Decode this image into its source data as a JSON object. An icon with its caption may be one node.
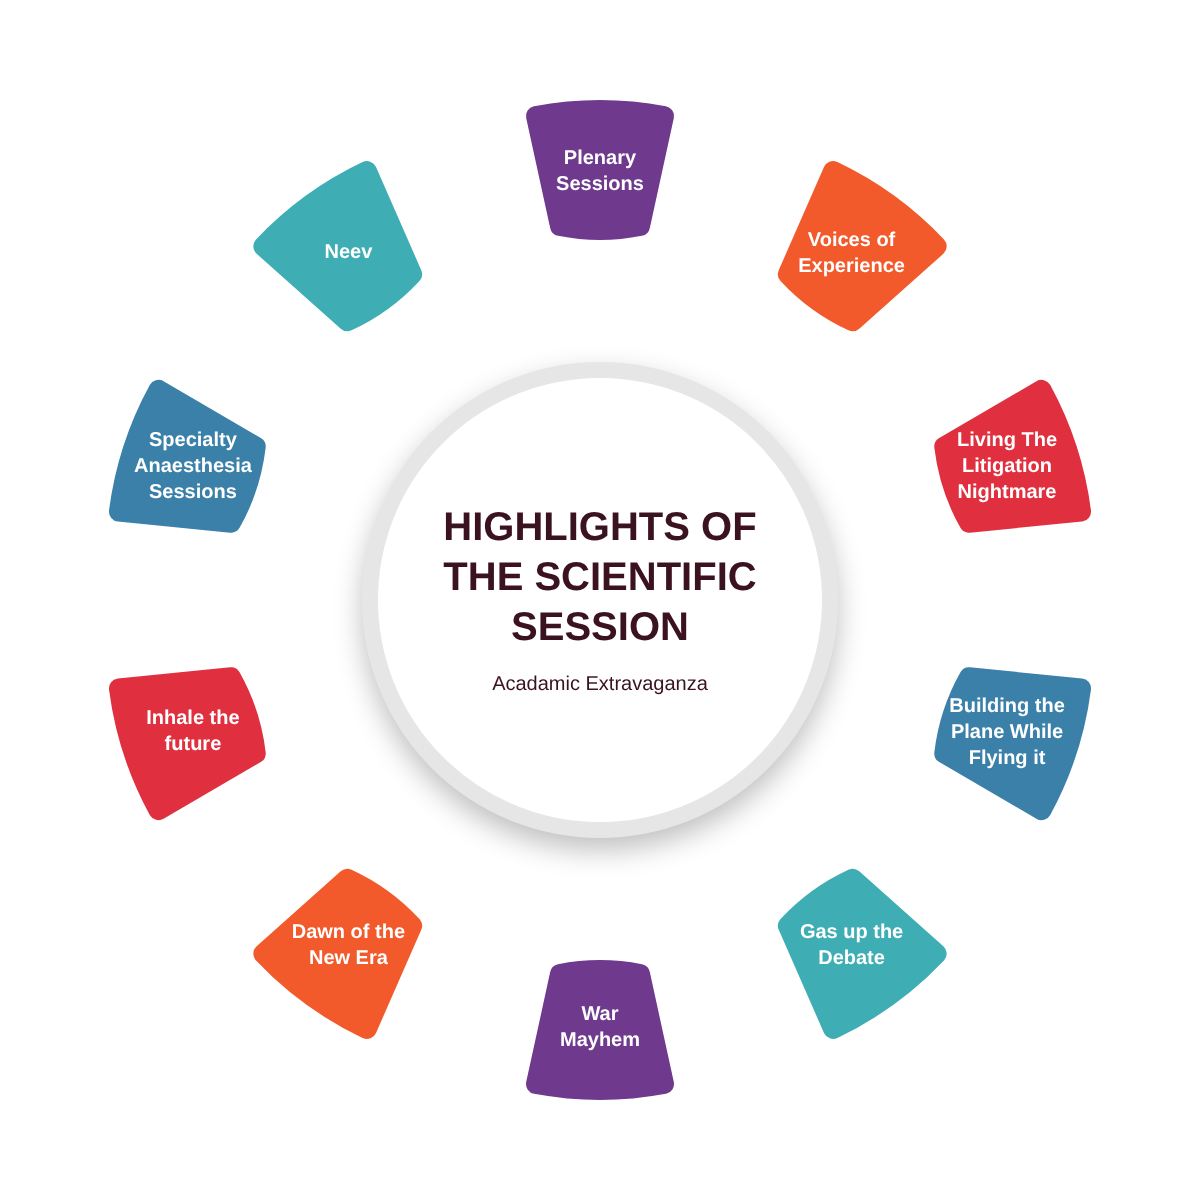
{
  "diagram": {
    "nodes": [
      {
        "text": [
          "HIGHLIGHTS OF THE SCIENTIFIC SESSION",
          "Acadamic Extravaganza"
        ]
      },
      {
        "text": [
          "Plenary Sessions"
        ]
      },
      {
        "text": [
          "Voices of Experience"
        ]
      },
      {
        "text": [
          "Living The Litigation Nightmare"
        ]
      },
      {
        "text": [
          "Building the Plane While Flying it"
        ]
      },
      {
        "text": [
          "Gas up the Debate"
        ]
      },
      {
        "text": [
          "War Mayhem"
        ]
      },
      {
        "text": [
          "Dawn of the New Era"
        ]
      },
      {
        "text": [
          "Inhale the future"
        ]
      },
      {
        "text": [
          "Specialty Anaesthesia Sessions"
        ]
      },
      {
        "text": [
          "Neev"
        ]
      }
    ],
    "edges": []
  }
}
